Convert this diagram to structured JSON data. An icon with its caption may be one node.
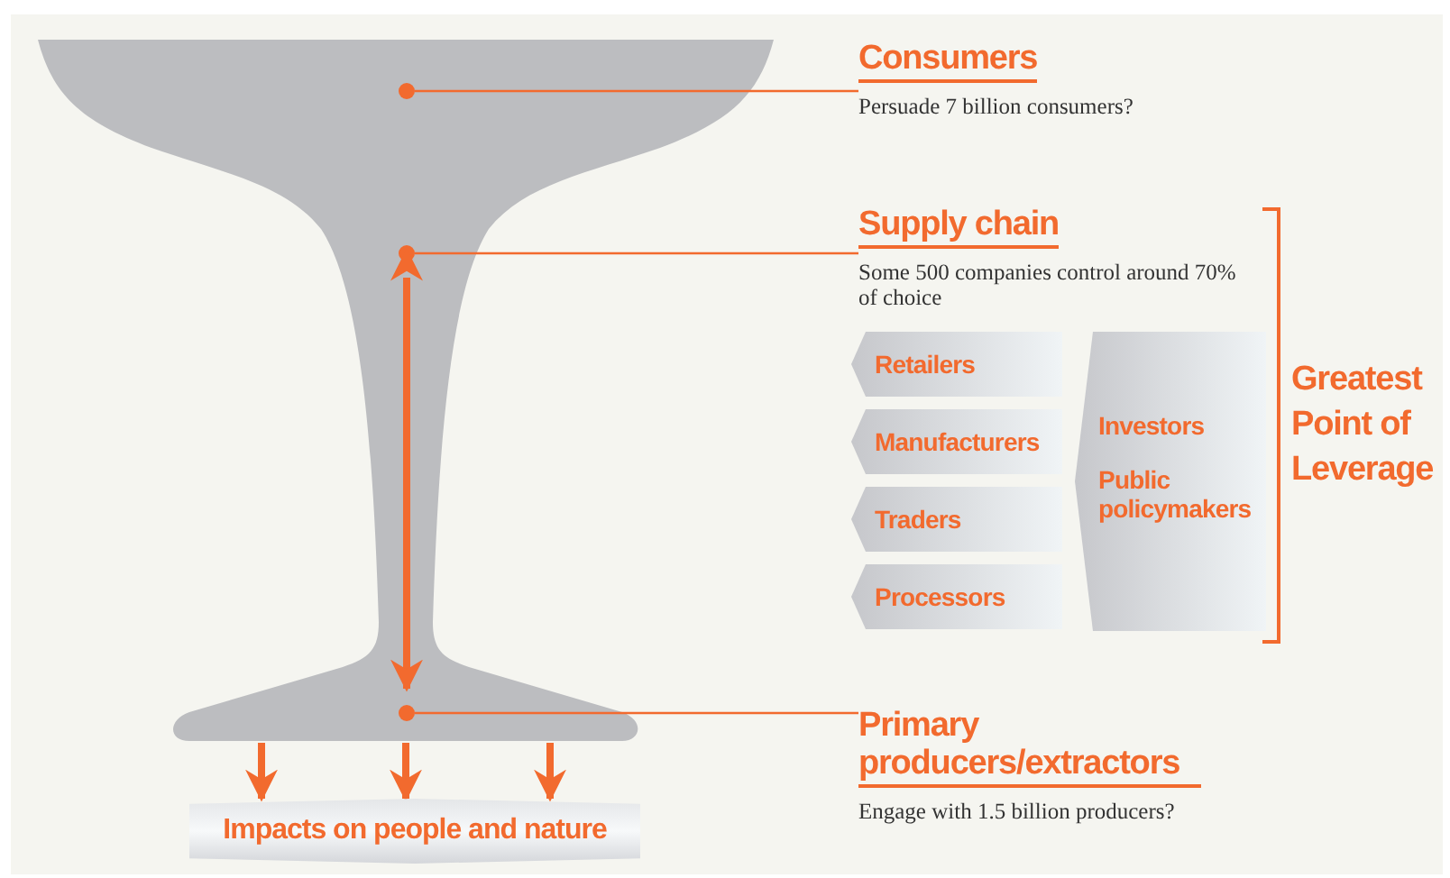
{
  "diagram": {
    "nodes": [
      {
        "text": [],
        "shape": "funnel"
      },
      {
        "text": [],
        "shape": "circle",
        "in": 0
      },
      {
        "text": [
          "Consumers",
          "Persuade 7 billion consumers?"
        ]
      },
      {
        "text": [],
        "shape": "circle",
        "in": 0
      },
      {
        "text": [
          "Supply chain",
          "Some 500 companies control around 70% of choice"
        ]
      },
      {
        "text": [
          "Retailers"
        ]
      },
      {
        "text": [
          "Manufacturers"
        ]
      },
      {
        "text": [
          "Traders"
        ]
      },
      {
        "text": [
          "Processors"
        ]
      },
      {
        "text": [
          "Investors",
          "Public policymakers"
        ]
      },
      {
        "text": [],
        "shape": "circle",
        "in": 0
      },
      {
        "text": [
          "Primary producers/extractors",
          "Engage with 1.5 billion producers?"
        ]
      },
      {
        "text": [
          "Impacts on people and nature"
        ]
      }
    ],
    "edges": [
      {
        "from": 1,
        "to": 2,
        "arrow": "none"
      },
      {
        "from": 3,
        "to": 4,
        "arrow": "none"
      },
      {
        "from": 3,
        "to": 10,
        "arrow": "both"
      },
      {
        "from": 10,
        "to": 11,
        "arrow": "none"
      },
      {
        "from": 0,
        "to": 12,
        "arrow": "to"
      },
      {
        "from": 0,
        "to": 12,
        "arrow": "to"
      },
      {
        "from": 0,
        "to": 12,
        "arrow": "to"
      }
    ],
    "labels": [
      "Greatest Point of Leverage"
    ]
  }
}
